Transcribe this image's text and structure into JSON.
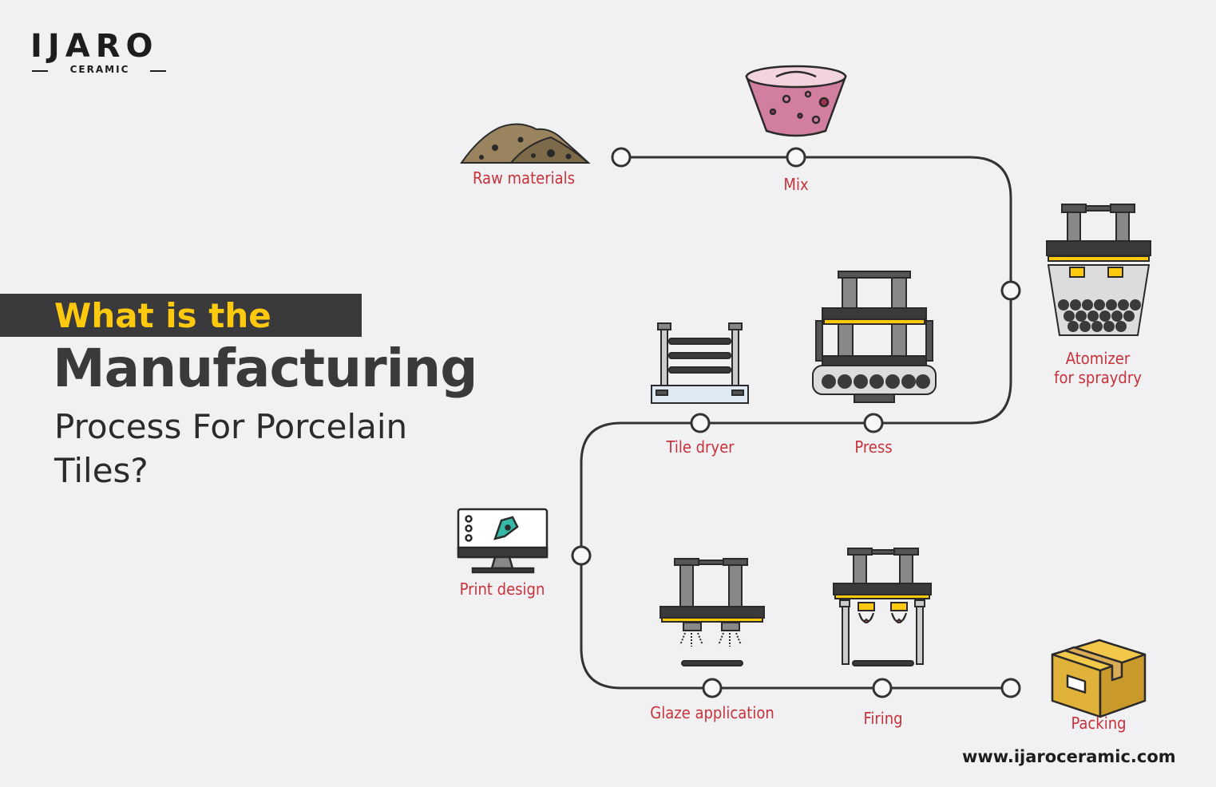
{
  "logo": {
    "word": "IJARO",
    "sub": "CERAMIC"
  },
  "title": {
    "line1": "What is the",
    "line2": "Manufacturing",
    "line3": "Process For Porcelain",
    "line4": "Tiles?"
  },
  "steps": [
    {
      "id": "raw-materials",
      "label": "Raw materials"
    },
    {
      "id": "mix",
      "label": "Mix"
    },
    {
      "id": "atomizer",
      "label": "Atomizer",
      "label2": "for spraydry"
    },
    {
      "id": "press",
      "label": "Press"
    },
    {
      "id": "tile-dryer",
      "label": "Tile dryer"
    },
    {
      "id": "print-design",
      "label": "Print design"
    },
    {
      "id": "glaze-application",
      "label": "Glaze application"
    },
    {
      "id": "firing",
      "label": "Firing"
    },
    {
      "id": "packing",
      "label": "Packing"
    }
  ],
  "website": "www.ijaroceramic.com",
  "colors": {
    "label": "#c8323a",
    "accent": "#ffc90e",
    "dark": "#3a3a3c",
    "line": "#333333",
    "background": "#f1f1f3"
  },
  "icons": [
    "sand-pile-icon",
    "mixing-bowl-icon",
    "atomizer-icon",
    "press-machine-icon",
    "tile-dryer-icon",
    "monitor-pen-icon",
    "glaze-sprayer-icon",
    "kiln-icon",
    "box-icon"
  ]
}
